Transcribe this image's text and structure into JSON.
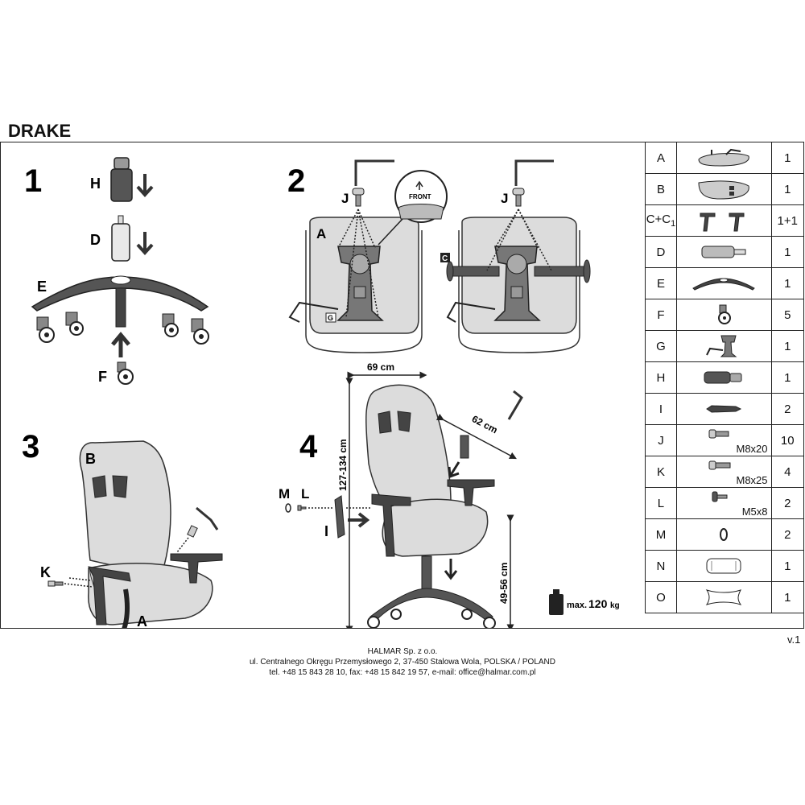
{
  "product_title": "DRAKE",
  "steps": {
    "s1": {
      "number": "1",
      "labels": {
        "h": "H",
        "d": "D",
        "e": "E",
        "f": "F"
      }
    },
    "s2": {
      "number": "2",
      "labels": {
        "j1": "J",
        "j2": "J",
        "a": "A",
        "g": "G",
        "c": "C",
        "front": "FRONT"
      }
    },
    "s3": {
      "number": "3",
      "labels": {
        "b": "B",
        "k": "K",
        "a": "A"
      }
    },
    "s4": {
      "number": "4",
      "labels": {
        "m": "M",
        "l": "L",
        "i": "I"
      },
      "dimensions": {
        "width": "69 cm",
        "depth": "62 cm",
        "height": "127-134 cm",
        "seat_height": "49-56 cm"
      },
      "max_load": {
        "prefix": "max.",
        "value": "120",
        "unit": "kg"
      }
    }
  },
  "parts": [
    {
      "code": "A",
      "icon": "seat-icon",
      "qty": "1"
    },
    {
      "code": "B",
      "icon": "backrest-icon",
      "qty": "1"
    },
    {
      "code": "C+C",
      "code_sub": "1",
      "icon": "armrest-pair-icon",
      "qty": "1+1"
    },
    {
      "code": "D",
      "icon": "gas-lift-icon",
      "qty": "1"
    },
    {
      "code": "E",
      "icon": "star-base-icon",
      "qty": "1"
    },
    {
      "code": "F",
      "icon": "caster-icon",
      "qty": "5"
    },
    {
      "code": "G",
      "icon": "tilt-mechanism-icon",
      "qty": "1"
    },
    {
      "code": "H",
      "icon": "lift-cover-icon",
      "qty": "1"
    },
    {
      "code": "I",
      "icon": "pin-icon",
      "qty": "2"
    },
    {
      "code": "J",
      "icon": "bolt-icon",
      "spec": "M8x20",
      "qty": "10"
    },
    {
      "code": "K",
      "icon": "bolt-icon",
      "spec": "M8x25",
      "qty": "4"
    },
    {
      "code": "L",
      "icon": "screw-icon",
      "spec": "M5x8",
      "qty": "2"
    },
    {
      "code": "M",
      "icon": "washer-icon",
      "qty": "2"
    },
    {
      "code": "N",
      "icon": "lumbar-pillow-icon",
      "qty": "1"
    },
    {
      "code": "O",
      "icon": "head-pillow-icon",
      "qty": "1"
    }
  ],
  "version": "v.1",
  "footer": {
    "company": "HALMAR Sp. z o.o.",
    "address": "ul. Centralnego Okręgu Przemysłowego 2, 37-450 Stalowa Wola, POLSKA / POLAND",
    "contact": "tel. +48 15 843 28 10, fax: +48 15 842 19 57, e-mail: office@halmar.com.pl"
  }
}
